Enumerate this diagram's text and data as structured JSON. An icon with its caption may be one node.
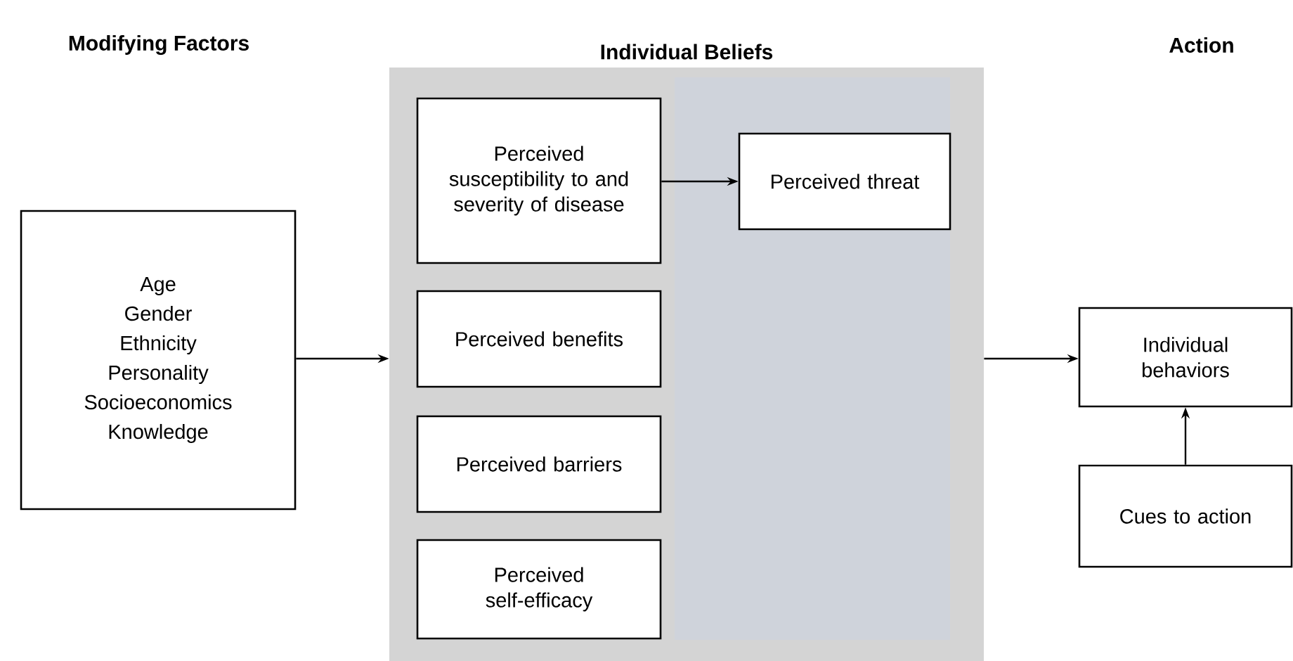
{
  "diagram": {
    "nodes": [
      {
        "text": [
          "Age",
          "Gender",
          "Ethnicity",
          "Personality",
          "Socioeconomics",
          "Knowledge"
        ]
      },
      {
        "text": [
          "Individual Beliefs"
        ]
      },
      {
        "text": [
          "Perceived susceptibility to and severity of disease"
        ],
        "in": 1
      },
      {
        "text": [
          "Perceived threat"
        ],
        "in": 1
      },
      {
        "text": [
          "Perceived benefits"
        ],
        "in": 1
      },
      {
        "text": [
          "Perceived barriers"
        ],
        "in": 1
      },
      {
        "text": [
          "Perceived self-efficacy"
        ],
        "in": 1
      },
      {
        "text": [
          "Individual behaviors"
        ]
      },
      {
        "text": [
          "Cues to action"
        ]
      }
    ],
    "edges": [
      {
        "from": 0,
        "to": 1,
        "arrow": "to"
      },
      {
        "from": 2,
        "to": 3,
        "arrow": "to"
      },
      {
        "from": 1,
        "to": 7,
        "arrow": "to"
      },
      {
        "from": 8,
        "to": 7,
        "arrow": "to"
      }
    ],
    "labels": [
      "Modifying Factors",
      "Action"
    ]
  }
}
